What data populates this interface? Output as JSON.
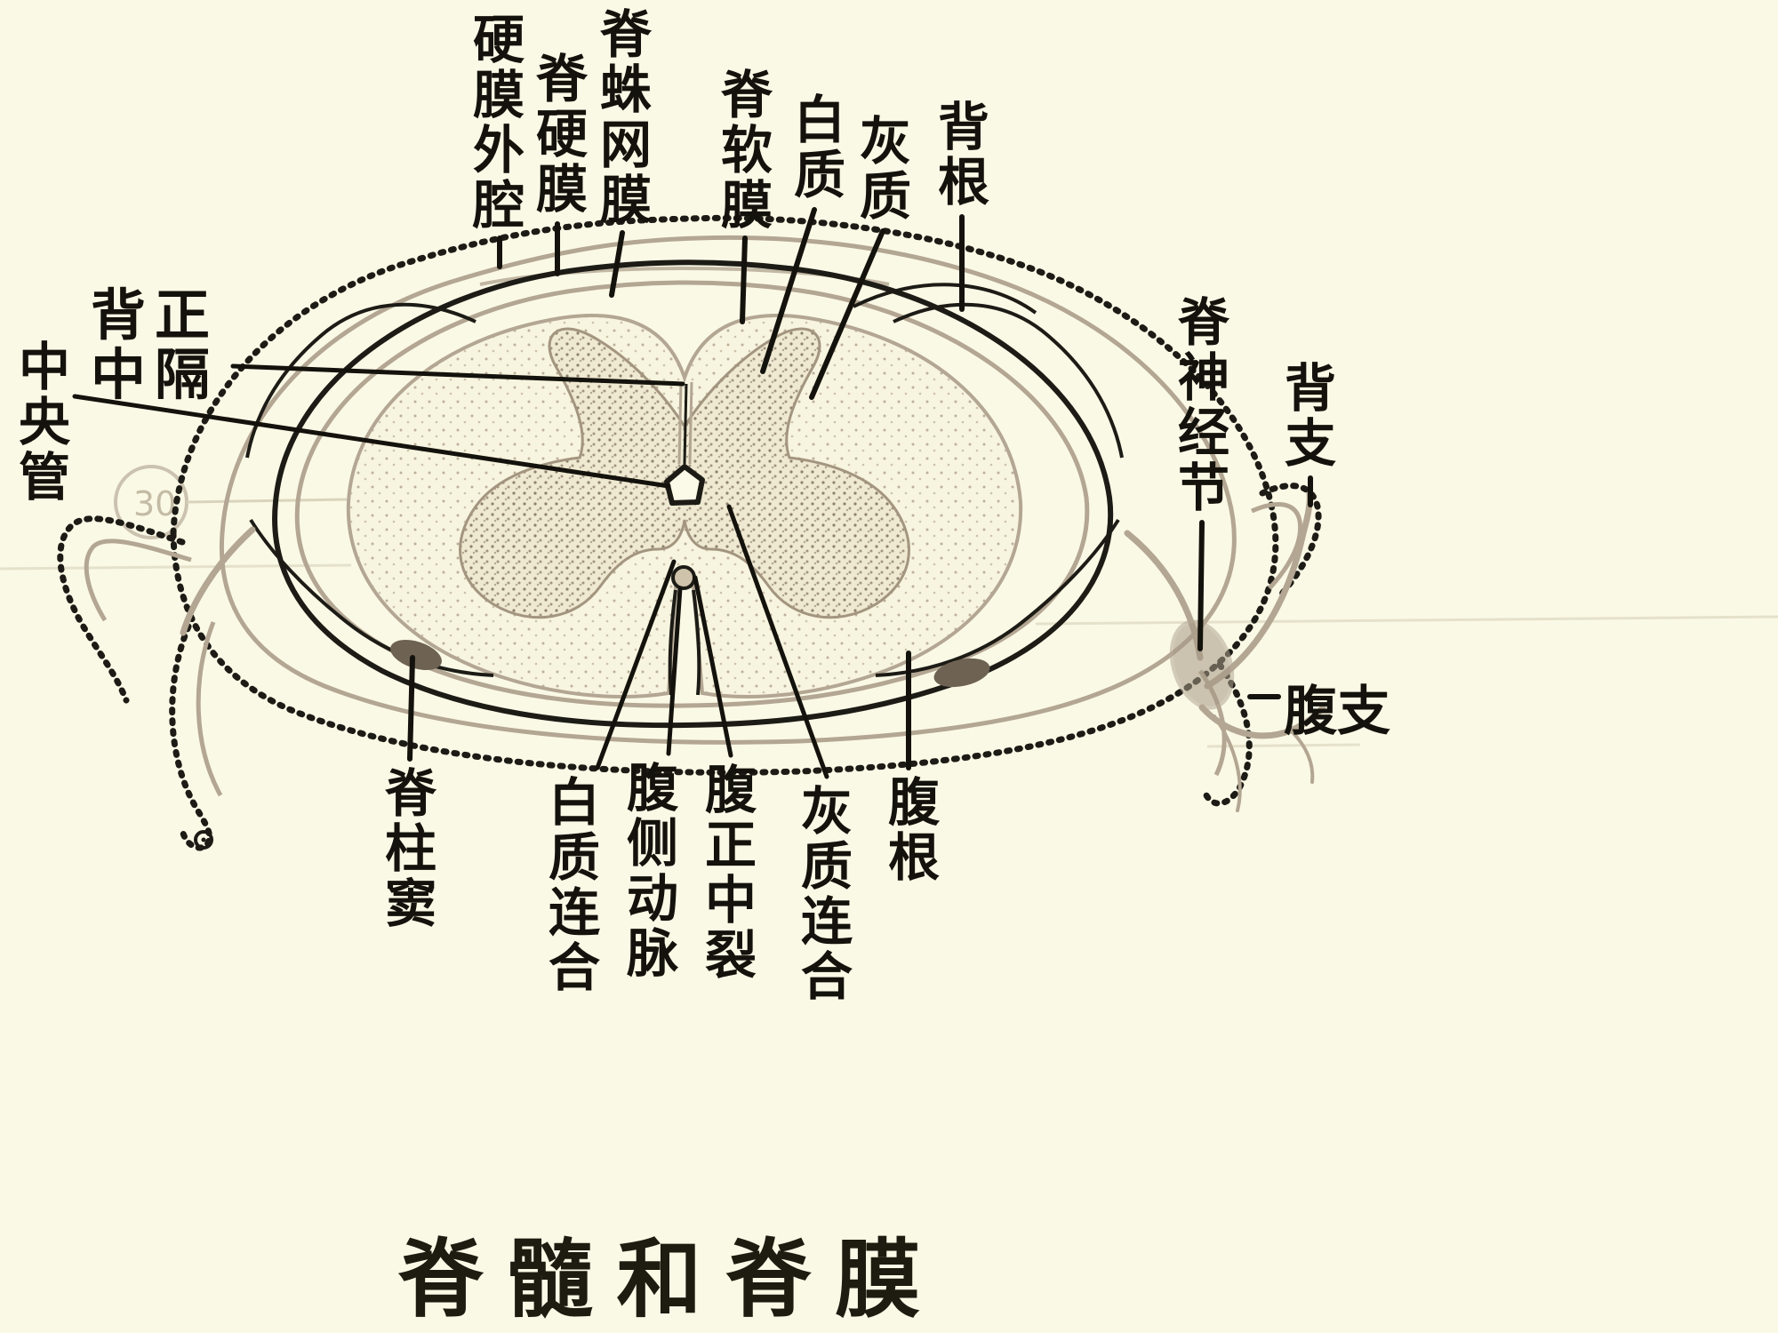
{
  "figure": {
    "title": "脊髓和脊膜"
  },
  "labels": {
    "epidural_space": "硬膜外腔",
    "spinal_dura": "脊硬膜",
    "spinal_arachnoid": "脊蛛网膜",
    "spinal_pia": "脊软膜",
    "white_matter": "白质",
    "gray_matter": "灰质",
    "dorsal_root": "背根",
    "dorsal_median_septum": "背正中隔",
    "central_canal": "中央管",
    "spinal_ganglion": "脊神经节",
    "dorsal_ramus": "背支",
    "ventral_ramus": "腹支",
    "vertebral_sinus": "脊柱窦",
    "white_commissure": "白质连合",
    "ventral_artery": "腹侧动脉",
    "ventral_median_fissure": "腹正中裂",
    "gray_commissure": "灰质连合",
    "ventral_root": "腹根",
    "scan_artifact": "30"
  },
  "colors": {
    "background": "#FAF9E6",
    "ink": "#1C1B15",
    "membrane_tan": "#B3A692"
  }
}
